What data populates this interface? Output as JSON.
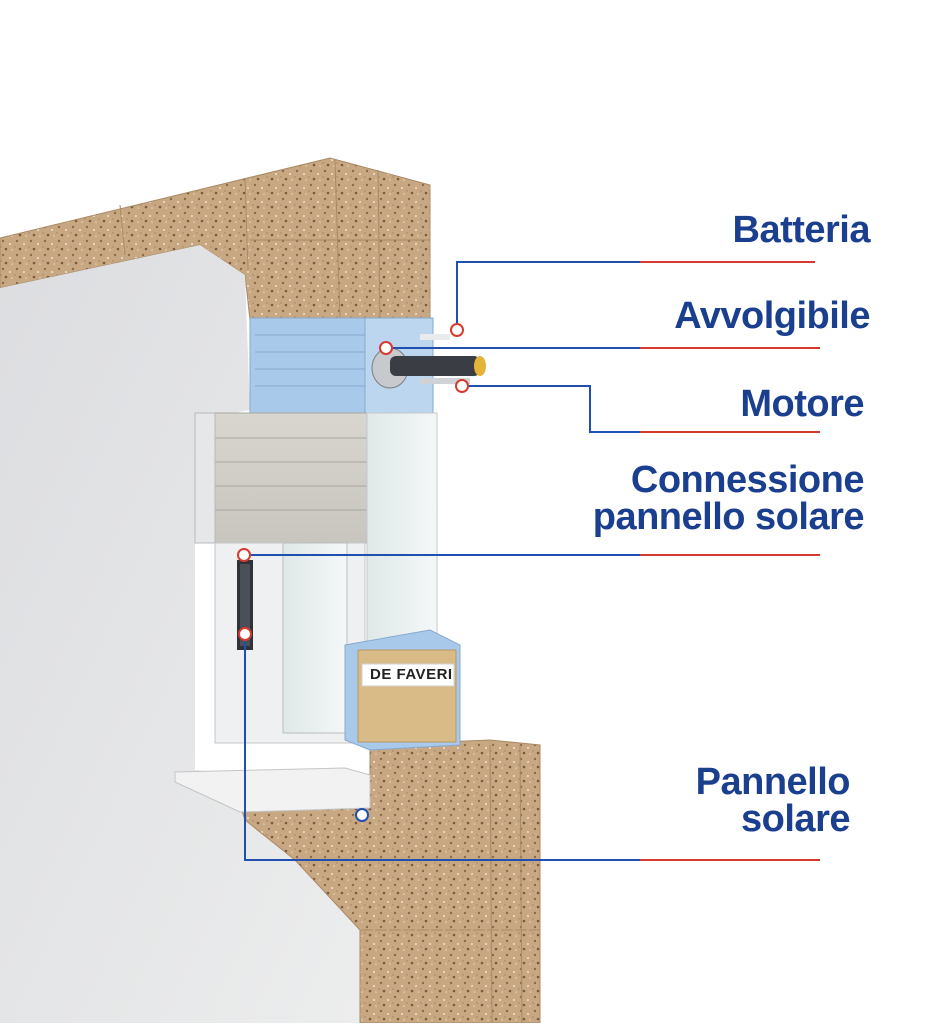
{
  "labels": {
    "batteria": "Batteria",
    "avvolgibile": "Avvolgibile",
    "motore": "Motore",
    "connessione_line1": "Connessione",
    "connessione_line2": "pannello solare",
    "pannello_line1": "Pannello",
    "pannello_line2": "solare"
  },
  "brand": {
    "logo_text": "DE FAVERI"
  },
  "colors": {
    "label_blue": "#1b3f8f",
    "leader_blue": "#1f4fb0",
    "leader_red": "#d63a2f",
    "insulation_blue": "#a9c9ea",
    "brick": "#c9a983",
    "wall": "#e4e5e7"
  }
}
